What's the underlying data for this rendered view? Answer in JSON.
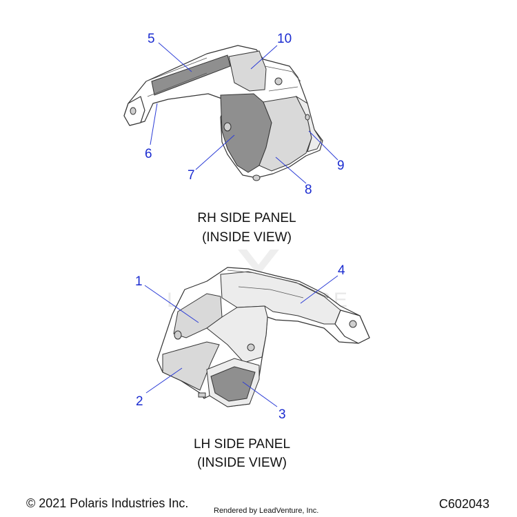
{
  "diagram": {
    "rh_panel": {
      "caption_line1": "RH SIDE PANEL",
      "caption_line2": "(INSIDE VIEW)",
      "callouts": [
        "5",
        "10",
        "6",
        "7",
        "8",
        "9"
      ]
    },
    "lh_panel": {
      "caption_line1": "LH SIDE PANEL",
      "caption_line2": "(INSIDE VIEW)",
      "callouts": [
        "1",
        "4",
        "2",
        "3"
      ]
    }
  },
  "watermark": {
    "text": "LEADVENTURE"
  },
  "footer": {
    "copyright": "© 2021 Polaris Industries Inc.",
    "rendered_by": "Rendered by LeadVenture, Inc.",
    "diagram_code": "C602043"
  }
}
